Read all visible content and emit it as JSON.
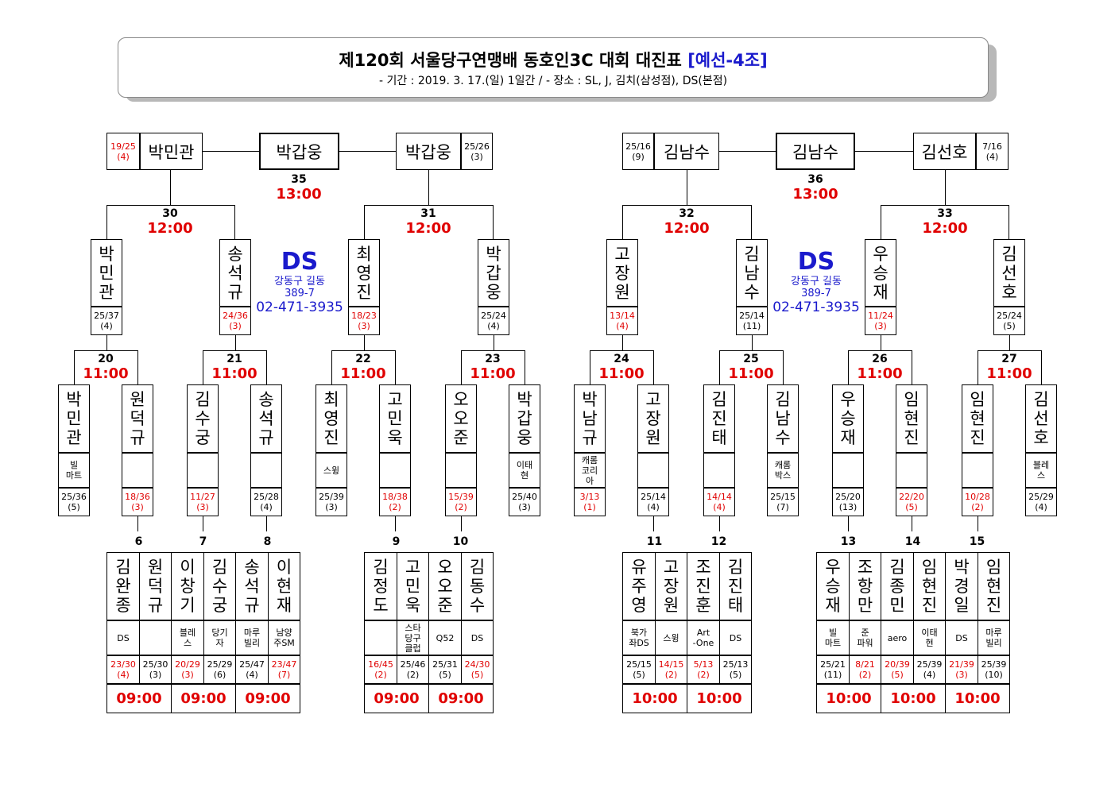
{
  "header": {
    "title_main": "제120회 서울당구연맹배 동호인3C 대회 대진표",
    "title_group": "[예선-4조]",
    "subtitle": "- 기간 : 2019. 3. 17.(일) 1일간 / - 장소 : SL, J, 김치(삼성점), DS(본점)"
  },
  "venues": [
    {
      "name": "DS",
      "address_line1": "강동구 길동",
      "address_line2": "389-7",
      "phone": "02-471-3935"
    },
    {
      "name": "DS",
      "address_line1": "강동구 길동",
      "address_line2": "389-7",
      "phone": "02-471-3935"
    }
  ],
  "finals": [
    {
      "game": "35",
      "time": "13:00",
      "winner": "박갑웅",
      "left": {
        "name": "박민관",
        "score": "19/25",
        "inning": "(4)"
      },
      "right": {
        "name": "박갑웅",
        "score": "25/26",
        "inning": "(3)"
      }
    },
    {
      "game": "36",
      "time": "13:00",
      "winner": "김남수",
      "left": {
        "name": "김남수",
        "score": "25/16",
        "inning": "(9)"
      },
      "right": {
        "name": "김선호",
        "score": "7/16",
        "inning": "(4)"
      }
    }
  ],
  "semis": [
    {
      "game": "30",
      "time": "12:00"
    },
    {
      "game": "31",
      "time": "12:00"
    },
    {
      "game": "32",
      "time": "12:00"
    },
    {
      "game": "33",
      "time": "12:00"
    }
  ],
  "quarters": [
    {
      "name": "박민관",
      "score": "25/37",
      "inning": "(4)",
      "red": false
    },
    {
      "name": "송석규",
      "score": "24/36",
      "inning": "(3)",
      "red": true
    },
    {
      "name": "최영진",
      "score": "18/23",
      "inning": "(3)",
      "red": true
    },
    {
      "name": "박갑웅",
      "score": "25/24",
      "inning": "(4)",
      "red": false
    },
    {
      "name": "고장원",
      "score": "13/14",
      "inning": "(4)",
      "red": true
    },
    {
      "name": "김남수",
      "score": "25/14",
      "inning": "(11)",
      "red": false
    },
    {
      "name": "우승재",
      "score": "11/24",
      "inning": "(3)",
      "red": true
    },
    {
      "name": "김선호",
      "score": "25/24",
      "inning": "(5)",
      "red": false
    }
  ],
  "round2_games": [
    {
      "game": "20",
      "time": "11:00"
    },
    {
      "game": "21",
      "time": "11:00"
    },
    {
      "game": "22",
      "time": "11:00"
    },
    {
      "game": "23",
      "time": "11:00"
    },
    {
      "game": "24",
      "time": "11:00"
    },
    {
      "game": "25",
      "time": "11:00"
    },
    {
      "game": "26",
      "time": "11:00"
    },
    {
      "game": "27",
      "time": "11:00"
    }
  ],
  "round2_players": [
    {
      "name": "박민관",
      "club": "빌\n마트",
      "score": "25/36",
      "inning": "(5)",
      "red": false
    },
    {
      "name": "원덕규",
      "club": "",
      "score": "18/36",
      "inning": "(3)",
      "red": true
    },
    {
      "name": "김수궁",
      "club": "",
      "score": "11/27",
      "inning": "(3)",
      "red": true
    },
    {
      "name": "송석규",
      "club": "",
      "score": "25/28",
      "inning": "(4)",
      "red": false
    },
    {
      "name": "최영진",
      "club": "스윙",
      "score": "25/39",
      "inning": "(3)",
      "red": false
    },
    {
      "name": "고민욱",
      "club": "",
      "score": "18/38",
      "inning": "(2)",
      "red": true
    },
    {
      "name": "오오준",
      "club": "",
      "score": "15/39",
      "inning": "(2)",
      "red": true
    },
    {
      "name": "박갑웅",
      "club": "이태\n현",
      "score": "25/40",
      "inning": "(3)",
      "red": false
    },
    {
      "name": "박남규",
      "club": "캐롬\n코리\n아",
      "score": "3/13",
      "inning": "(1)",
      "red": true
    },
    {
      "name": "고장원",
      "club": "",
      "score": "25/14",
      "inning": "(4)",
      "red": false
    },
    {
      "name": "김진태",
      "club": "",
      "score": "14/14",
      "inning": "(4)",
      "red": true
    },
    {
      "name": "김남수",
      "club": "캐롬\n박스",
      "score": "25/15",
      "inning": "(7)",
      "red": false
    },
    {
      "name": "우승재",
      "club": "",
      "score": "25/20",
      "inning": "(13)",
      "red": false
    },
    {
      "name": "임현진",
      "club": "",
      "score": "22/20",
      "inning": "(5)",
      "red": true
    },
    {
      "name": "임현진",
      "club": "",
      "score": "10/28",
      "inning": "(2)",
      "red": true
    },
    {
      "name": "김선호",
      "club": "블레\n스",
      "score": "25/29",
      "inning": "(4)",
      "red": false
    }
  ],
  "round1_games": [
    {
      "game": "6",
      "time": "09:00",
      "players": [
        {
          "name": "김완종",
          "club": "DS",
          "score": "23/30",
          "inning": "(4)",
          "red": true
        },
        {
          "name": "원덕규",
          "club": "",
          "score": "25/30",
          "inning": "(3)",
          "red": false
        }
      ]
    },
    {
      "game": "7",
      "time": "09:00",
      "players": [
        {
          "name": "이창기",
          "club": "블레\n스",
          "score": "20/29",
          "inning": "(3)",
          "red": true
        },
        {
          "name": "김수궁",
          "club": "당기\n자",
          "score": "25/29",
          "inning": "(6)",
          "red": false
        }
      ]
    },
    {
      "game": "8",
      "time": "09:00",
      "players": [
        {
          "name": "송석규",
          "club": "마루\n빌리",
          "score": "25/47",
          "inning": "(4)",
          "red": false
        },
        {
          "name": "이현재",
          "club": "남양\n주SM",
          "score": "23/47",
          "inning": "(7)",
          "red": true
        }
      ]
    },
    {
      "game": "9",
      "time": "09:00",
      "players": [
        {
          "name": "김정도",
          "club": "",
          "score": "16/45",
          "inning": "(2)",
          "red": true
        },
        {
          "name": "고민욱",
          "club": "스타\n당구\n클럽",
          "score": "25/46",
          "inning": "(2)",
          "red": false
        }
      ]
    },
    {
      "game": "10",
      "time": "09:00",
      "players": [
        {
          "name": "오오준",
          "club": "Q52",
          "score": "25/31",
          "inning": "(5)",
          "red": false
        },
        {
          "name": "김동수",
          "club": "DS",
          "score": "24/30",
          "inning": "(5)",
          "red": true
        }
      ]
    },
    {
      "game": "11",
      "time": "10:00",
      "players": [
        {
          "name": "유주영",
          "club": "북가\n좌DS",
          "score": "25/15",
          "inning": "(5)",
          "red": false
        },
        {
          "name": "고장원",
          "club": "스윙",
          "score": "14/15",
          "inning": "(2)",
          "red": true
        }
      ]
    },
    {
      "game": "12",
      "time": "10:00",
      "players": [
        {
          "name": "조진훈",
          "club": "Art\n-One",
          "score": "5/13",
          "inning": "(2)",
          "red": true
        },
        {
          "name": "김진태",
          "club": "DS",
          "score": "25/13",
          "inning": "(5)",
          "red": false
        }
      ]
    },
    {
      "game": "13",
      "time": "10:00",
      "players": [
        {
          "name": "우승재",
          "club": "빌\n마트",
          "score": "25/21",
          "inning": "(11)",
          "red": false
        },
        {
          "name": "조항만",
          "club": "준\n파워",
          "score": "8/21",
          "inning": "(2)",
          "red": true
        }
      ]
    },
    {
      "game": "14",
      "time": "10:00",
      "players": [
        {
          "name": "김종민",
          "club": "aero",
          "score": "20/39",
          "inning": "(5)",
          "red": true
        },
        {
          "name": "임현진",
          "club": "이태\n현",
          "score": "25/39",
          "inning": "(4)",
          "red": false
        }
      ]
    },
    {
      "game": "15",
      "time": "10:00",
      "players": [
        {
          "name": "박경일",
          "club": "DS",
          "score": "21/39",
          "inning": "(3)",
          "red": true
        },
        {
          "name": "임현진",
          "club": "마루\n빌리",
          "score": "25/39",
          "inning": "(10)",
          "red": false
        }
      ]
    }
  ]
}
